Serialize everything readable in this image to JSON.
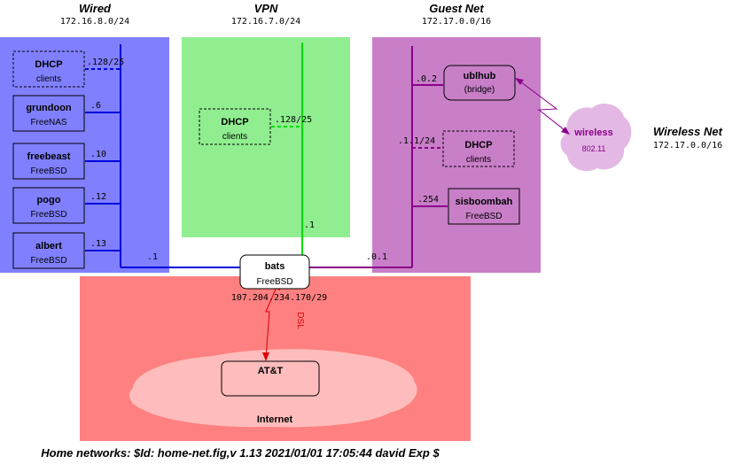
{
  "wired": {
    "title": "Wired",
    "subnet": "172.16.8.0/24"
  },
  "vpn": {
    "title": "VPN",
    "subnet": "172.16.7.0/24"
  },
  "guest": {
    "title": "Guest Net",
    "subnet": "172.17.0.0/16"
  },
  "wireless_net": {
    "title": "Wireless Net",
    "subnet": "172.17.0.0/16"
  },
  "wired_hosts": {
    "dhcp": {
      "name": "DHCP",
      "sub": "clients",
      "addr": ".128/25"
    },
    "grundoon": {
      "name": "grundoon",
      "sub": "FreeNAS",
      "addr": ".6"
    },
    "freebeast": {
      "name": "freebeast",
      "sub": "FreeBSD",
      "addr": ".10"
    },
    "pogo": {
      "name": "pogo",
      "sub": "FreeBSD",
      "addr": ".12"
    },
    "albert": {
      "name": "albert",
      "sub": "FreeBSD",
      "addr": ".13"
    },
    "bats_addr": ".1"
  },
  "vpn_hosts": {
    "dhcp": {
      "name": "DHCP",
      "sub": "clients",
      "addr": ".128/25"
    },
    "bats_addr": ".1"
  },
  "guest_hosts": {
    "ublhub": {
      "name": "ublhub",
      "sub": "(bridge)",
      "addr": ".0.2"
    },
    "dhcp": {
      "name": "DHCP",
      "sub": "clients",
      "addr": ".1.1/24"
    },
    "sisboombah": {
      "name": "sisboombah",
      "sub": "FreeBSD",
      "addr": ".254"
    },
    "bats_addr": ".0.1"
  },
  "wireless": {
    "name": "wireless",
    "sub": "802.11"
  },
  "bats": {
    "name": "bats",
    "sub": "FreeBSD",
    "addr": "107.204.234.170/29"
  },
  "internet": {
    "att": "AT&T",
    "label": "Internet",
    "link": "DSL"
  },
  "caption": "Home networks:  $Id: home-net.fig,v 1.13 2021/01/01 17:05:44 david Exp $",
  "colors": {
    "wired_bg": "#8080ff",
    "wired_line": "#0000dd",
    "vpn_bg": "#90ee90",
    "vpn_line": "#00dd00",
    "guest_bg": "#c87fc8",
    "guest_line": "#8b008b",
    "internet_bg": "#ff8080",
    "cloud": "#ffbcbc",
    "wireless_bubble": "#e4b8e4",
    "wireless_text": "#8b008b",
    "dsl": "#dd0000"
  }
}
